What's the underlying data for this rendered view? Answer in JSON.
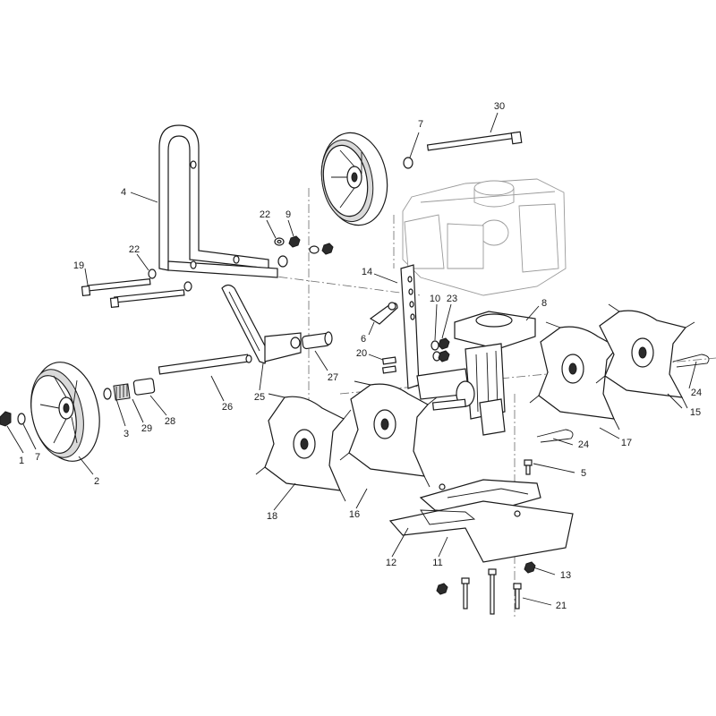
{
  "callouts": [
    {
      "id": "c1",
      "label": "1"
    },
    {
      "id": "c7a",
      "label": "7"
    },
    {
      "id": "c2",
      "label": "2"
    },
    {
      "id": "c3",
      "label": "3"
    },
    {
      "id": "c29",
      "label": "29"
    },
    {
      "id": "c28",
      "label": "28"
    },
    {
      "id": "c26",
      "label": "26"
    },
    {
      "id": "c25",
      "label": "25"
    },
    {
      "id": "c27",
      "label": "27"
    },
    {
      "id": "c4",
      "label": "4"
    },
    {
      "id": "c19",
      "label": "19"
    },
    {
      "id": "c22a",
      "label": "22"
    },
    {
      "id": "c22b",
      "label": "22"
    },
    {
      "id": "c9",
      "label": "9"
    },
    {
      "id": "c7b",
      "label": "7"
    },
    {
      "id": "c30",
      "label": "30"
    },
    {
      "id": "c14",
      "label": "14"
    },
    {
      "id": "c6",
      "label": "6"
    },
    {
      "id": "c10",
      "label": "10"
    },
    {
      "id": "c23",
      "label": "23"
    },
    {
      "id": "c20",
      "label": "20"
    },
    {
      "id": "c8",
      "label": "8"
    },
    {
      "id": "c24a",
      "label": "24"
    },
    {
      "id": "c24b",
      "label": "24"
    },
    {
      "id": "c15",
      "label": "15"
    },
    {
      "id": "c17",
      "label": "17"
    },
    {
      "id": "c5",
      "label": "5"
    },
    {
      "id": "c18",
      "label": "18"
    },
    {
      "id": "c16",
      "label": "16"
    },
    {
      "id": "c12",
      "label": "12"
    },
    {
      "id": "c11",
      "label": "11"
    },
    {
      "id": "c13",
      "label": "13"
    },
    {
      "id": "c21",
      "label": "21"
    }
  ]
}
